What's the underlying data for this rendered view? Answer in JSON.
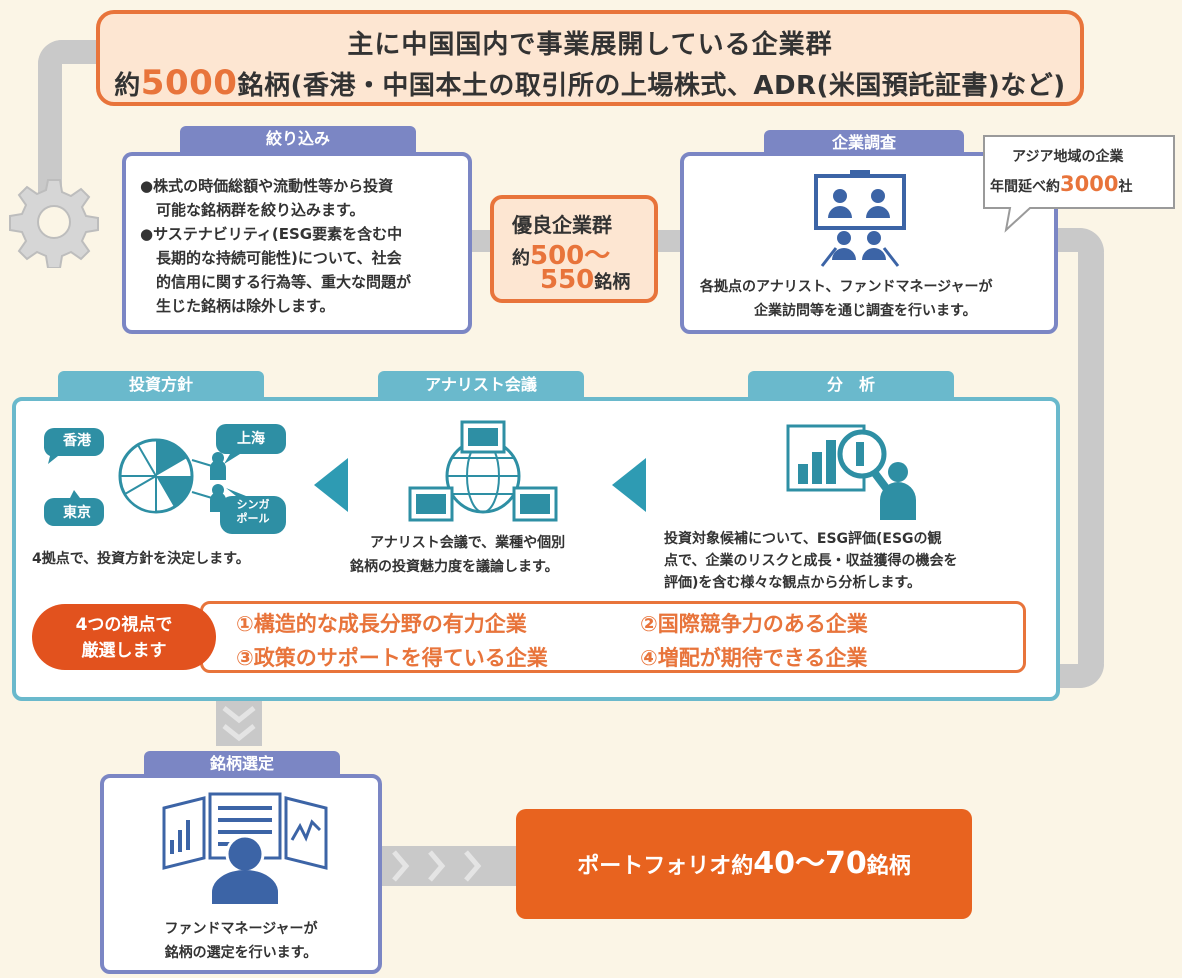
{
  "top": {
    "line1": "主に中国国内で事業展開している企業群",
    "line2_pre": "約",
    "line2_num": "5000",
    "line2_post": "銘柄(香港・中国本土の取引所の上場株式、ADR(米国預託証書)など)"
  },
  "screening": {
    "tab": "絞り込み",
    "b1_l1": "●株式の時価総額や流動性等から投資",
    "b1_l2": "可能な銘柄群を絞り込みます。",
    "b2_l1": "●サステナビリティ(ESG要素を含む中",
    "b2_l2": "長期的な持続可能性)について、社会",
    "b2_l3": "的信用に関する行為等、重大な問題が",
    "b2_l4": "生じた銘柄は除外します。"
  },
  "quality": {
    "l1": "優良企業群",
    "l2_pre": "約",
    "l2_num": "500〜",
    "l3_num": "550",
    "l3_post": "銘柄"
  },
  "research": {
    "tab": "企業調査",
    "d1": "各拠点のアナリスト、ファンドマネージャーが",
    "d2": "企業訪問等を通じ調査を行います。"
  },
  "callout": {
    "l1": "アジア地域の企業",
    "l2_pre": "年間延べ約",
    "l2_num": "3000",
    "l2_post": "社"
  },
  "analysis": {
    "tab": "分　析",
    "d1": "投資対象候補について、ESG評価(ESGの観",
    "d2": "点で、企業のリスクと成長・収益獲得の機会を",
    "d3": "評価)を含む様々な観点から分析します。"
  },
  "meeting": {
    "tab": "アナリスト会議",
    "d1": "アナリスト会議で、業種や個別",
    "d2": "銘柄の投資魅力度を議論します。"
  },
  "policy": {
    "tab": "投資方針",
    "d1": "4拠点で、投資方針を決定します。",
    "city_hk": "香港",
    "city_sh": "上海",
    "city_tk": "東京",
    "city_sg_1": "シンガ",
    "city_sg_2": "ポール"
  },
  "criteria": {
    "pill_1": "4つの視点で",
    "pill_2": "厳選します",
    "c1": "①構造的な成長分野の有力企業",
    "c2": "②国際競争力のある企業",
    "c3": "③政策のサポートを得ている企業",
    "c4": "④増配が期待できる企業"
  },
  "selection": {
    "tab": "銘柄選定",
    "d1": "ファンドマネージャーが",
    "d2": "銘柄の選定を行います。"
  },
  "portfolio": {
    "pre": "ポートフォリオ約",
    "num": "40〜70",
    "post": "銘柄"
  },
  "colors": {
    "orange": "#e8743b",
    "purple": "#7b86c4",
    "teal": "#6ab9cc",
    "navy": "#3c64a6",
    "track": "#c9c9c9"
  }
}
